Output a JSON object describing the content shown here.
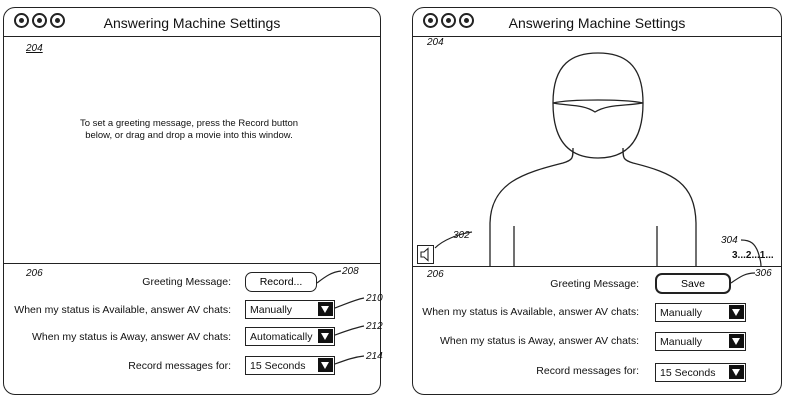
{
  "left": {
    "title": "Answering Machine Settings",
    "ref_preview": "204",
    "ref_settings": "206",
    "greeting_instruction": "To set a greeting message, press the Record button below, or drag and drop a movie into this window.",
    "greeting_label": "Greeting Message:",
    "record_button": "Record...",
    "ref_button": "208",
    "available_label": "When my status is Available, answer AV chats:",
    "available_value": "Manually",
    "ref_available": "210",
    "away_label": "When my status is Away, answer AV chats:",
    "away_value": "Automatically",
    "ref_away": "212",
    "record_for_label": "Record messages for:",
    "record_for_value": "15 Seconds",
    "ref_record_for": "214"
  },
  "right": {
    "title": "Answering Machine Settings",
    "ref_preview": "204",
    "ref_speaker": "302",
    "ref_countdown": "304",
    "countdown": "3...2...1...",
    "ref_settings": "206",
    "greeting_label": "Greeting Message:",
    "save_button": "Save",
    "ref_button": "306",
    "available_label": "When my status is Available, answer AV chats:",
    "available_value": "Manually",
    "away_label": "When my status is Away, answer AV chats:",
    "away_value": "Manually",
    "record_for_label": "Record messages for:",
    "record_for_value": "15 Seconds"
  }
}
